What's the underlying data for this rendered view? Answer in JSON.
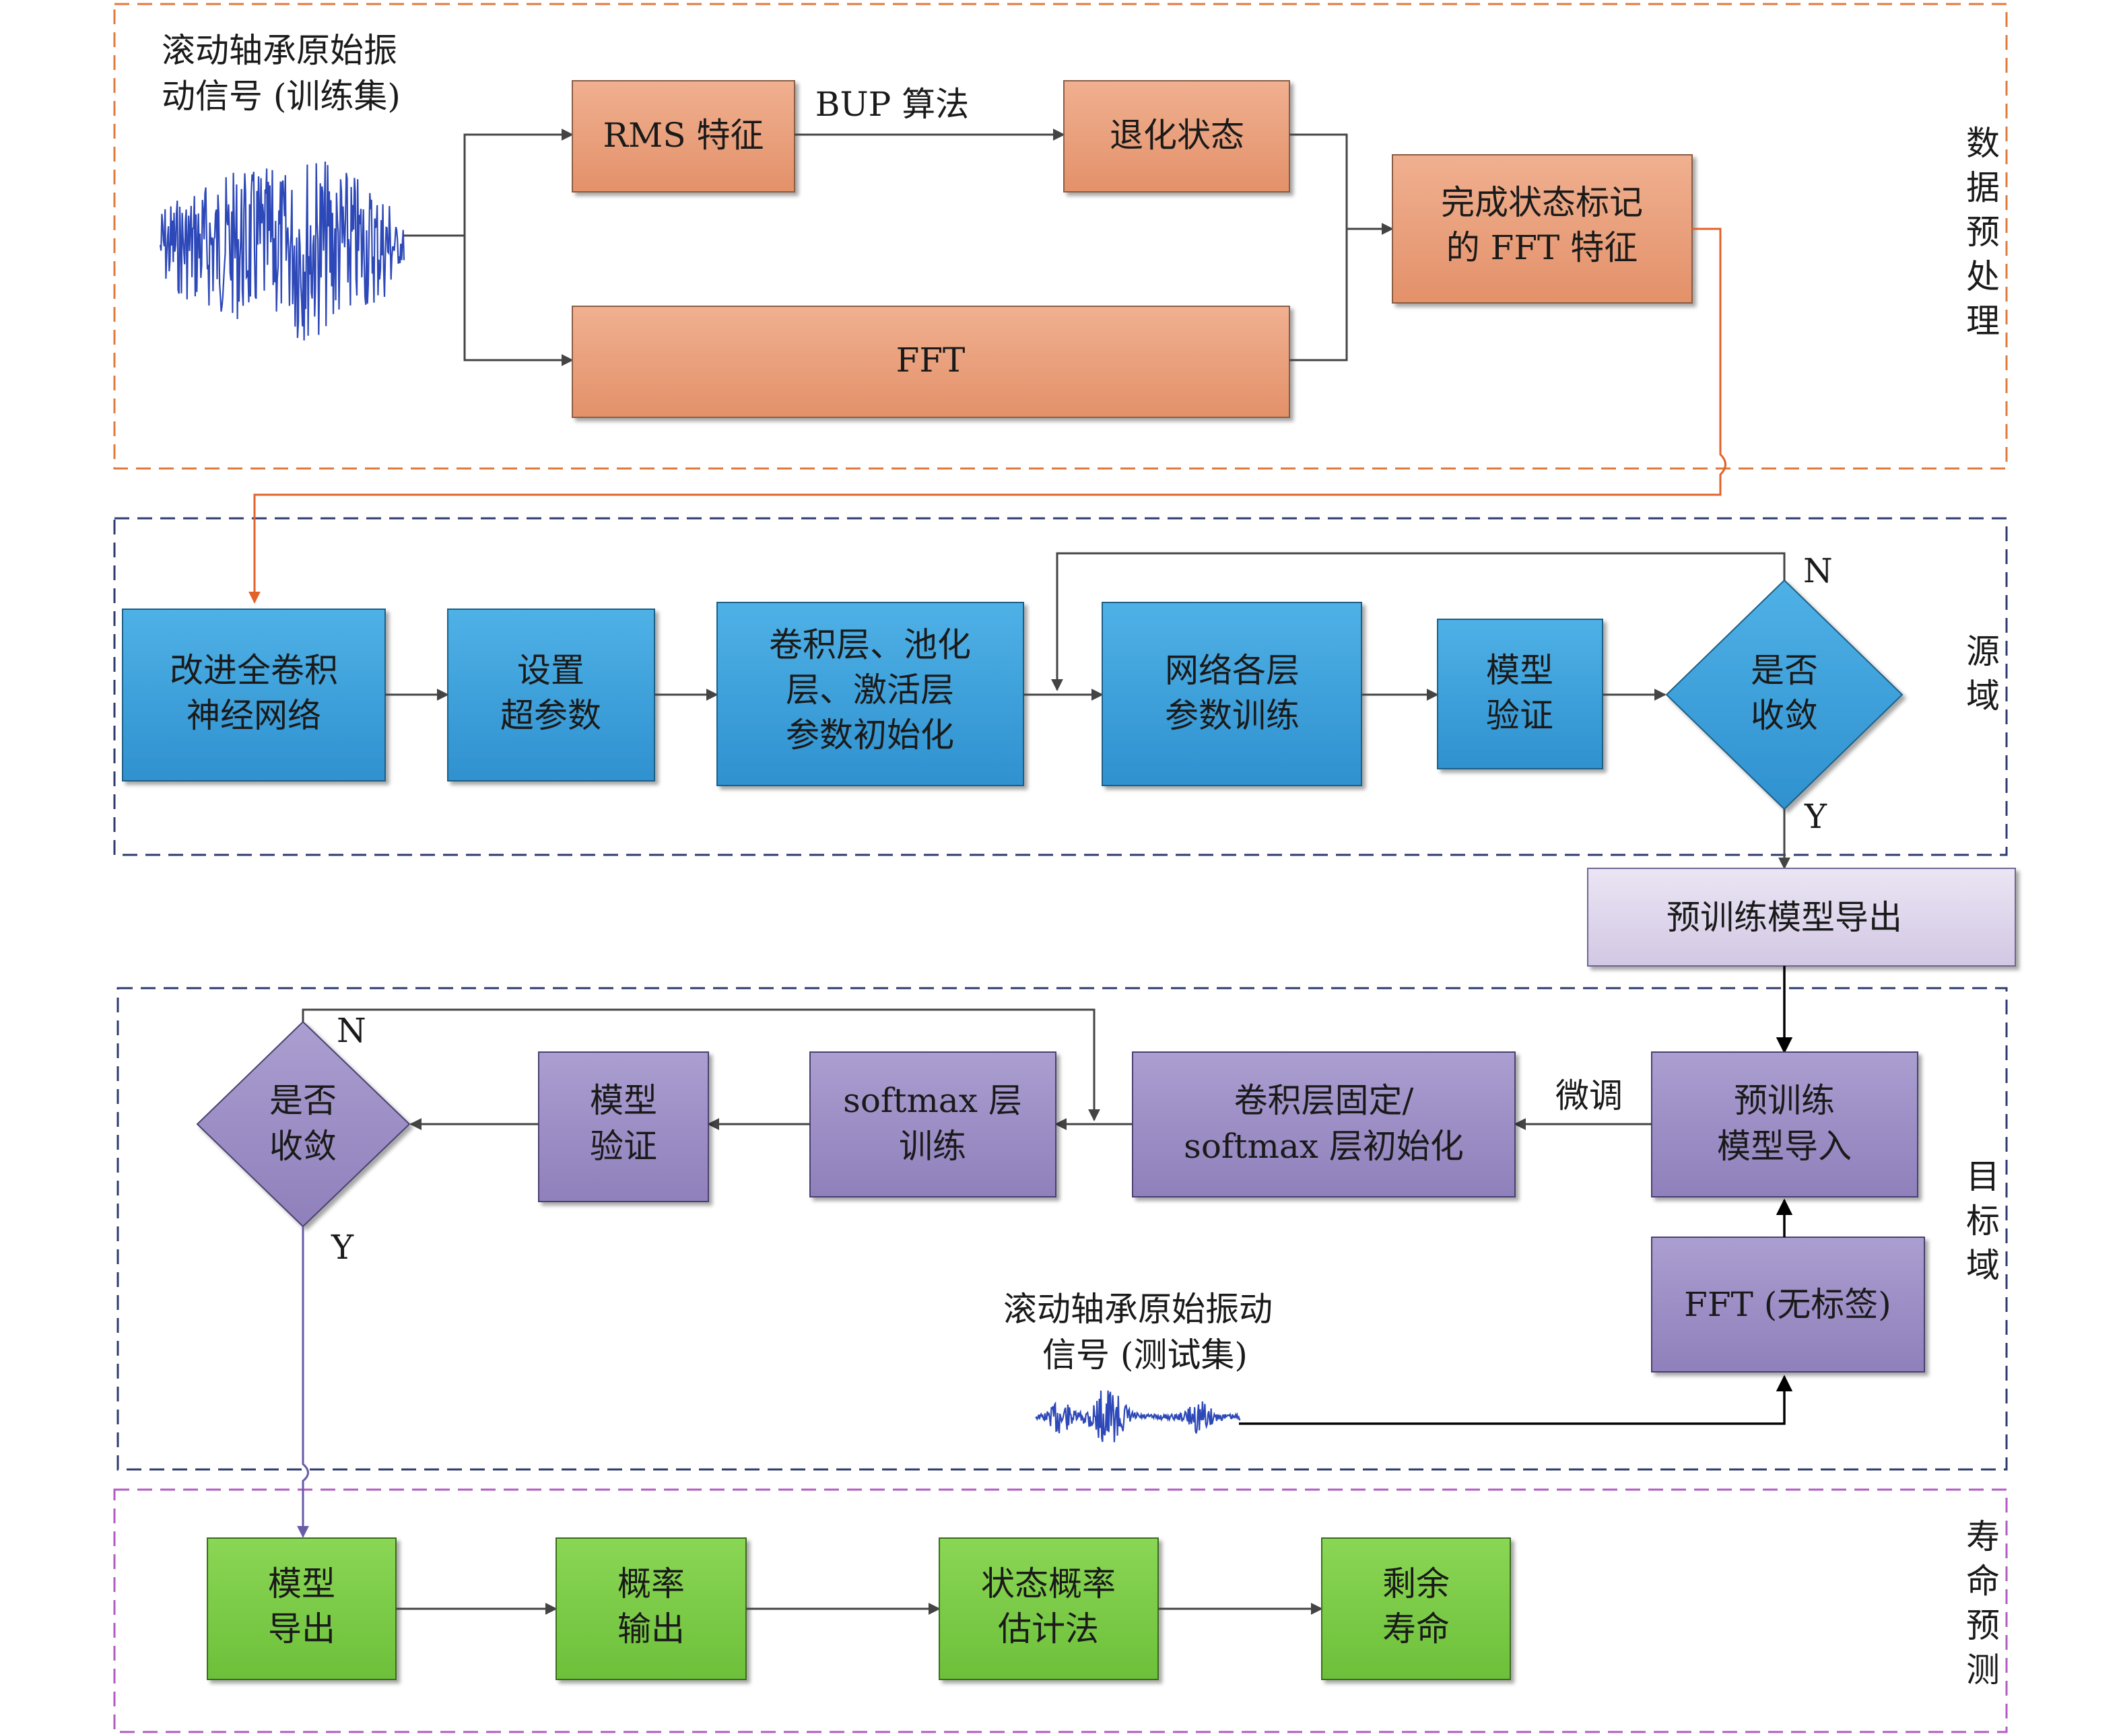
{
  "sections": {
    "preprocess": "数据预处理",
    "source": "源域",
    "target": "目标域",
    "life": "寿命预测"
  },
  "signals": {
    "train_line1": "滚动轴承原始振",
    "train_line2": "动信号 (训练集)",
    "test_line1": "滚动轴承原始振动",
    "test_line2": "信号 (测试集)"
  },
  "preprocess": {
    "rms": "RMS 特征",
    "bup": "BUP 算法",
    "degrade": "退化状态",
    "fft": "FFT",
    "labeled_line1": "完成状态标记",
    "labeled_line2": "的 FFT 特征"
  },
  "source": {
    "fcn_line1": "改进全卷积",
    "fcn_line2": "神经网络",
    "hyper_line1": "设置",
    "hyper_line2": "超参数",
    "init_line1": "卷积层、池化",
    "init_line2": "层、激活层",
    "init_line3": "参数初始化",
    "train_line1": "网络各层",
    "train_line2": "参数训练",
    "verify_line1": "模型",
    "verify_line2": "验证",
    "conv_line1": "是否",
    "conv_line2": "收敛",
    "n": "N",
    "y": "Y"
  },
  "export": "预训练模型导出",
  "target": {
    "import_line1": "预训练",
    "import_line2": "模型导入",
    "finetune": "微调",
    "fix_line1": "卷积层固定/",
    "fix_line2": "softmax 层初始化",
    "softmax_line1": "softmax 层",
    "softmax_line2": "训练",
    "verify_line1": "模型",
    "verify_line2": "验证",
    "conv_line1": "是否",
    "conv_line2": "收敛",
    "n": "N",
    "y": "Y",
    "fft": "FFT (无标签)"
  },
  "life": {
    "export_line1": "模型",
    "export_line2": "导出",
    "prob_line1": "概率",
    "prob_line2": "输出",
    "est_line1": "状态概率",
    "est_line2": "估计法",
    "rul_line1": "剩余",
    "rul_line2": "寿命"
  },
  "colors": {
    "orange_box": "#eba07b",
    "blue_box": "#3fa3dc",
    "purple_box": "#9c8ec4",
    "light_purple": "#ddd5ea",
    "green_box": "#7dcc46",
    "orange_dash": "#e07a3c",
    "navy_dash": "#2e3a6e",
    "magenta_dash": "#b05cc0",
    "signal": "#2d48b8"
  }
}
